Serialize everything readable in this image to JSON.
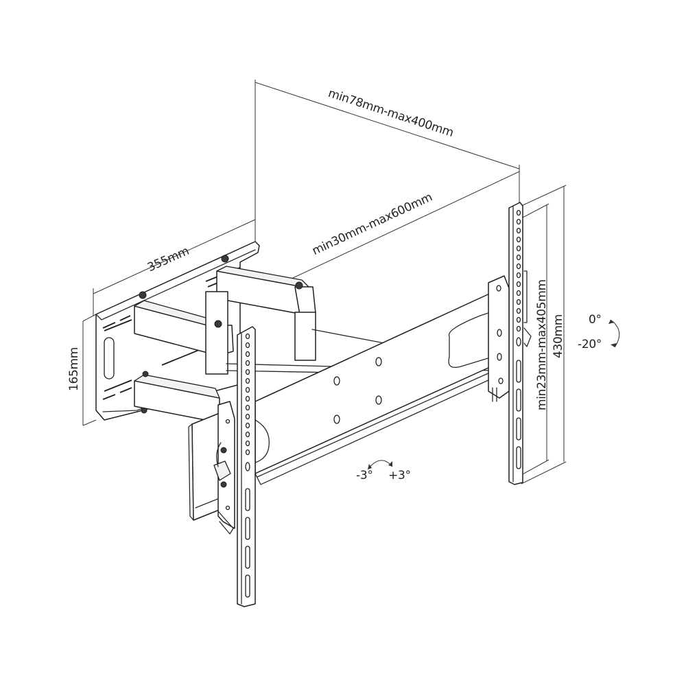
{
  "figure": {
    "subject": "Full-motion TV wall mount bracket, isometric line drawing",
    "dimensions": {
      "wall_plate_width": "355mm",
      "wall_plate_height": "165mm",
      "extension_depth": "min78mm-max400mm",
      "arm_extension": "min30mm-max600mm",
      "vesa_vertical_range": "min23mm-max405mm",
      "tv_bracket_height": "430mm"
    },
    "angles": {
      "tilt_top": "0°",
      "tilt_bottom": "-20°",
      "level_left": "-3°",
      "level_right": "+3°"
    },
    "colors": {
      "line": "#1e1e1e",
      "background": "#ffffff",
      "text": "#222222"
    }
  }
}
